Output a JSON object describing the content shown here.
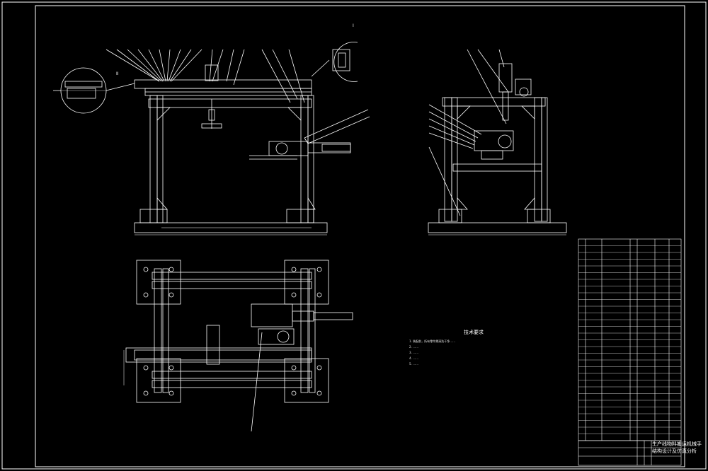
{
  "detail_views": {
    "top_right_mark": "I",
    "left_section_mark": "II"
  },
  "technical_requirements": {
    "title": "技术要求",
    "lines": [
      "1. 装配前，所有零件需清洗干净……",
      "2. ……",
      "3. ……",
      "4. ……",
      "5. ……"
    ]
  },
  "title_block": {
    "name_line1": "生产线物料搬运机械手",
    "name_line2": "结构设计及仿真分析"
  },
  "colors": {
    "background": "#000000",
    "outline": "#ffffff",
    "frame": "#c8c8c8",
    "cylinder": "#e8e8e8"
  }
}
